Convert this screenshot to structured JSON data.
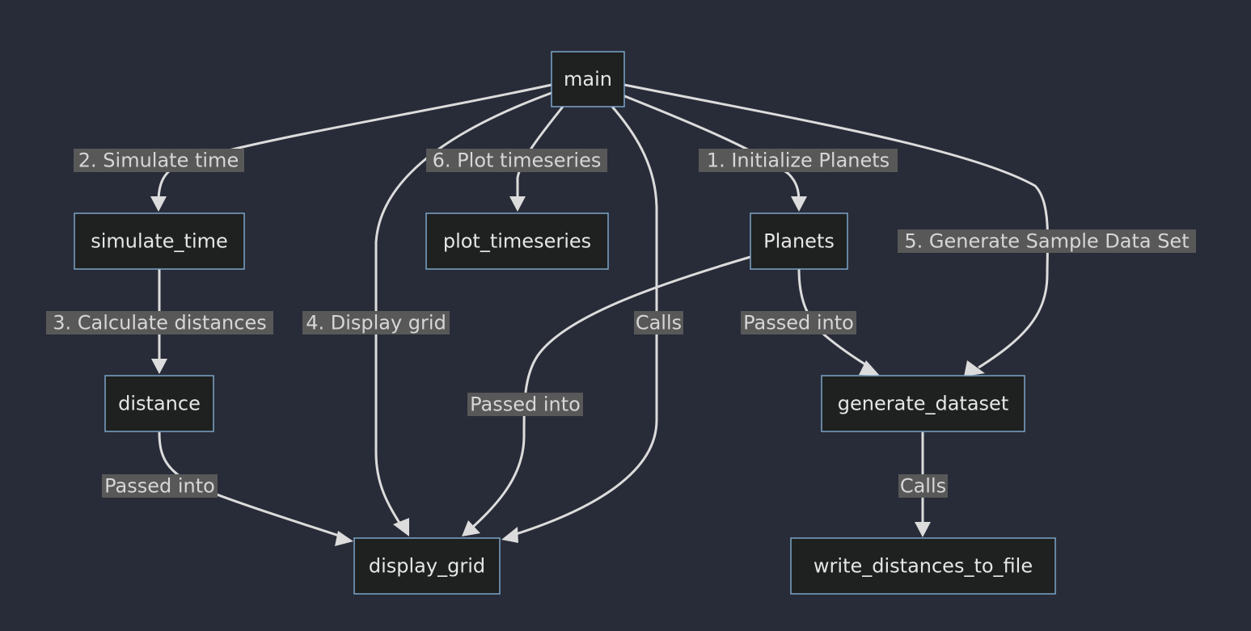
{
  "nodes": {
    "main": "main",
    "simulate_time": "simulate_time",
    "plot_timeseries": "plot_timeseries",
    "planets": "Planets",
    "distance": "distance",
    "generate_dataset": "generate_dataset",
    "display_grid": "display_grid",
    "write_distances_to_file": "write_distances_to_file"
  },
  "edges": {
    "main_to_simulate_time": "2. Simulate time",
    "main_to_plot_timeseries": "6. Plot timeseries",
    "main_to_planets": "1. Initialize Planets",
    "main_to_generate_dataset": "5. Generate Sample Data Set",
    "simulate_time_to_distance": "3. Calculate distances",
    "main_to_display_grid": "4. Display grid",
    "main_calls_display_grid": "Calls",
    "planets_to_generate_dataset": "Passed into",
    "planets_to_display_grid": "Passed into",
    "distance_to_display_grid": "Passed into",
    "generate_dataset_to_write": "Calls"
  }
}
